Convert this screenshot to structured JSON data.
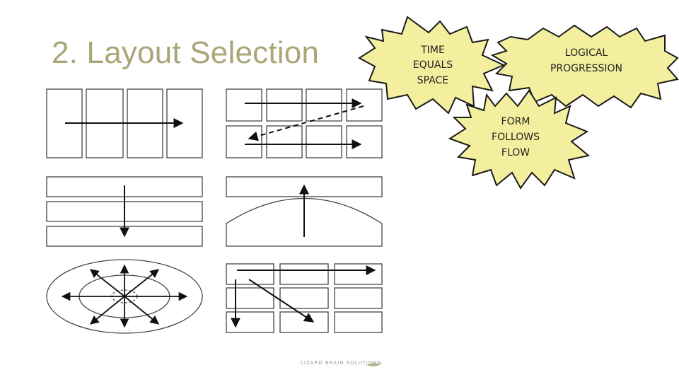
{
  "slide": {
    "title": "2. Layout Selection"
  },
  "bursts": [
    {
      "id": "time-equals-space",
      "lines": [
        "TIME",
        "EQUALS",
        "SPACE"
      ]
    },
    {
      "id": "logical-progression",
      "lines": [
        "LOGICAL",
        "PROGRESSION"
      ]
    },
    {
      "id": "form-follows-flow",
      "lines": [
        "FORM",
        "FOLLOWS",
        "FLOW"
      ]
    }
  ],
  "colors": {
    "title": "#a9a678",
    "burst_fill": "#f4ef9e",
    "burst_stroke": "#1a1a1a"
  },
  "footer": {
    "logo_text": "LIZARD BRAIN SOLUTIONS"
  }
}
